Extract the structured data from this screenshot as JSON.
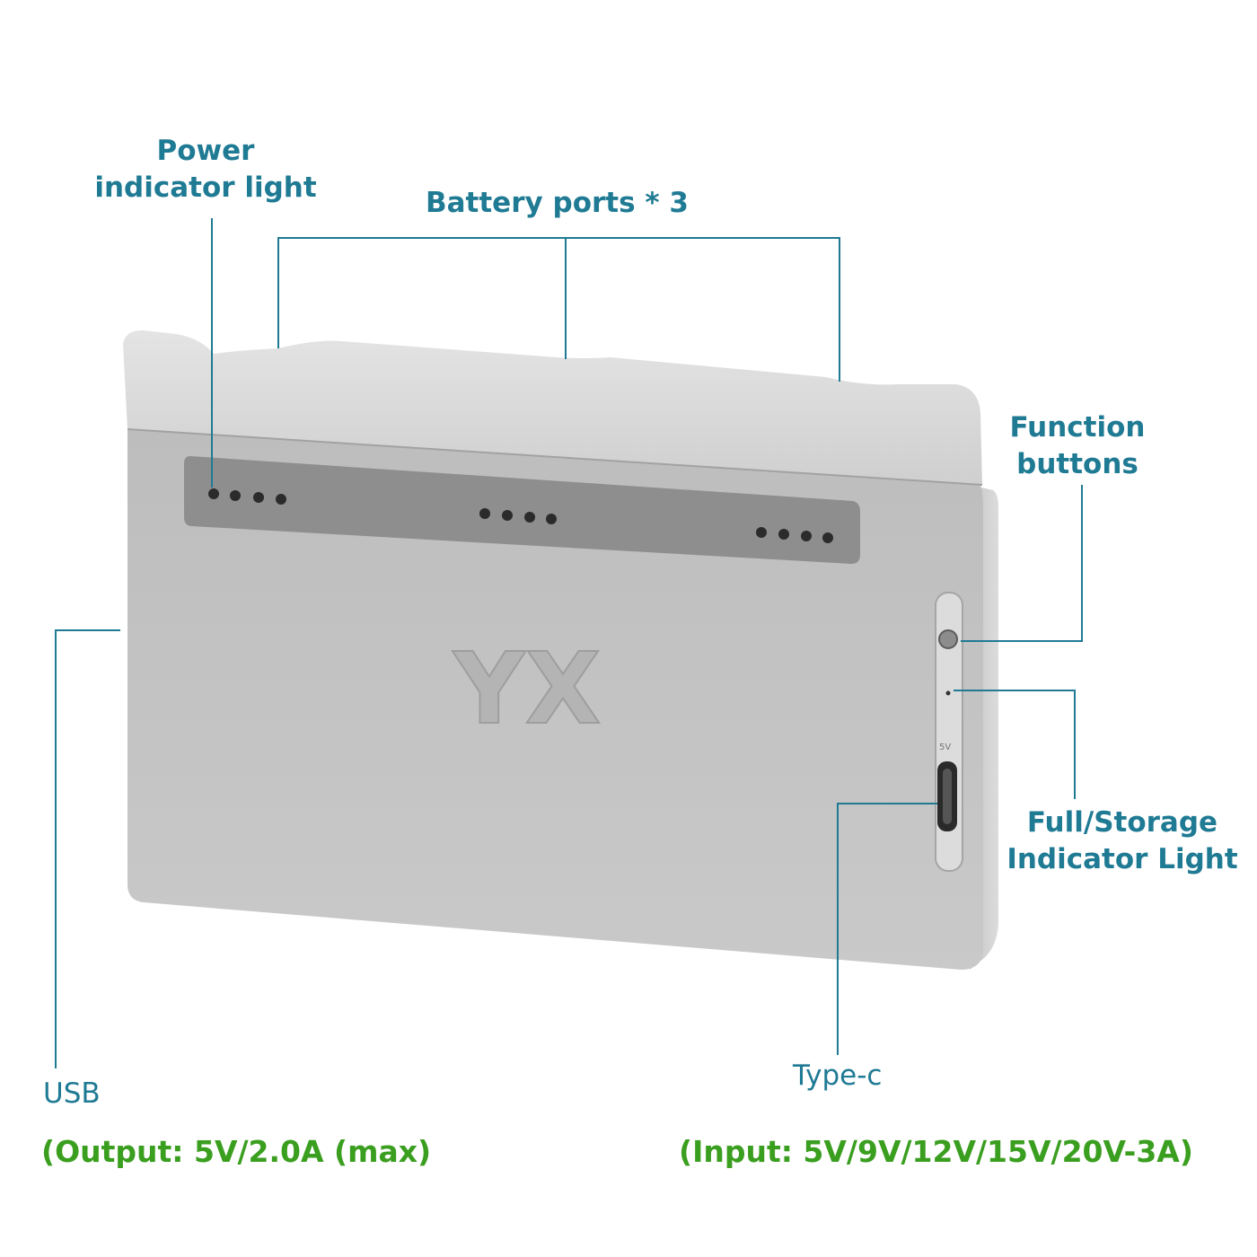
{
  "labels": {
    "power_light": [
      "Power",
      "indicator light"
    ],
    "battery_ports": "Battery ports * 3",
    "function_buttons": [
      "Function",
      "buttons"
    ],
    "full_storage_light": [
      "Full/Storage",
      "Indicator Light"
    ],
    "usb": "USB",
    "usb_spec": "(Output: 5V/2.0A (max)",
    "typec": "Type-c",
    "typec_spec": "(Input: 5V/9V/12V/15V/20V-3A)"
  },
  "device": {
    "logo_text": "YX",
    "port_marking": "5V"
  },
  "colors": {
    "leader_line": "#1f7a94",
    "label_text": "#1f7a94",
    "spec_text": "#3a9e1f",
    "body": "#c6c6c6",
    "body_dark": "#a9a9a9",
    "port_strip": "#8e8e8e"
  },
  "icons": [
    "port-contact-dot-icon",
    "function-button-icon",
    "usb-c-port-icon",
    "indicator-led-icon"
  ]
}
